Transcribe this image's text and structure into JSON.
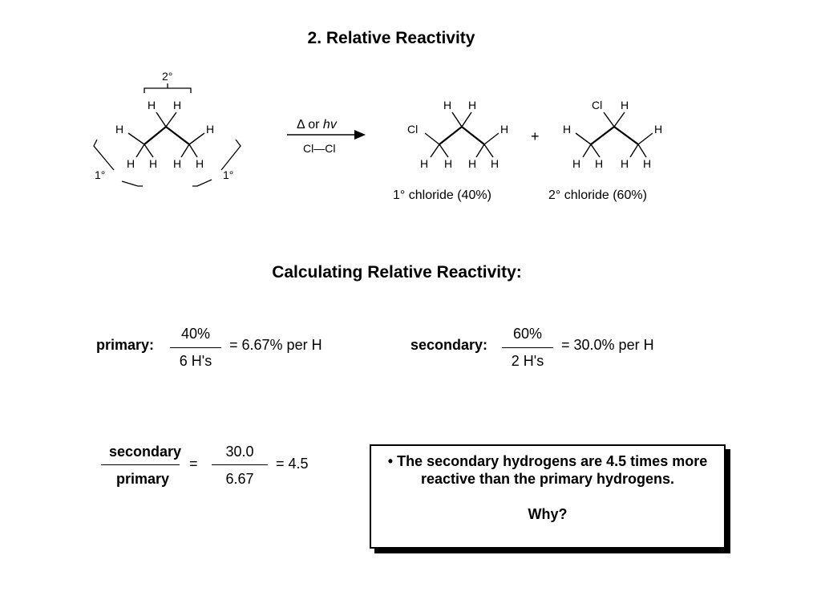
{
  "title": "2. Relative Reactivity",
  "reaction": {
    "secondary_label": "2°",
    "primary_label_left": "1°",
    "primary_label_right": "1°",
    "atom_H": "H",
    "atom_Cl": "Cl",
    "arrow_top": "Δ or hv",
    "arrow_bottom": "Cl—Cl",
    "plus": "+",
    "product1_label": "1° chloride (40%)",
    "product2_label": "2° chloride (60%)"
  },
  "subtitle": "Calculating Relative Reactivity:",
  "calculations": {
    "primary": {
      "label": "primary:",
      "numerator": "40%",
      "denominator": "6 H's",
      "result": "= 6.67% per H"
    },
    "secondary": {
      "label": "secondary:",
      "numerator": "60%",
      "denominator": "2 H's",
      "result": "= 30.0% per H"
    },
    "ratio": {
      "numerator": "secondary",
      "denominator": "primary",
      "equals": "=",
      "value_numerator": "30.0",
      "value_denominator": "6.67",
      "result": "= 4.5"
    }
  },
  "callout": {
    "text": "• The secondary hydrogens are 4.5 times more reactive than the primary hydrogens.",
    "question": "Why?"
  }
}
